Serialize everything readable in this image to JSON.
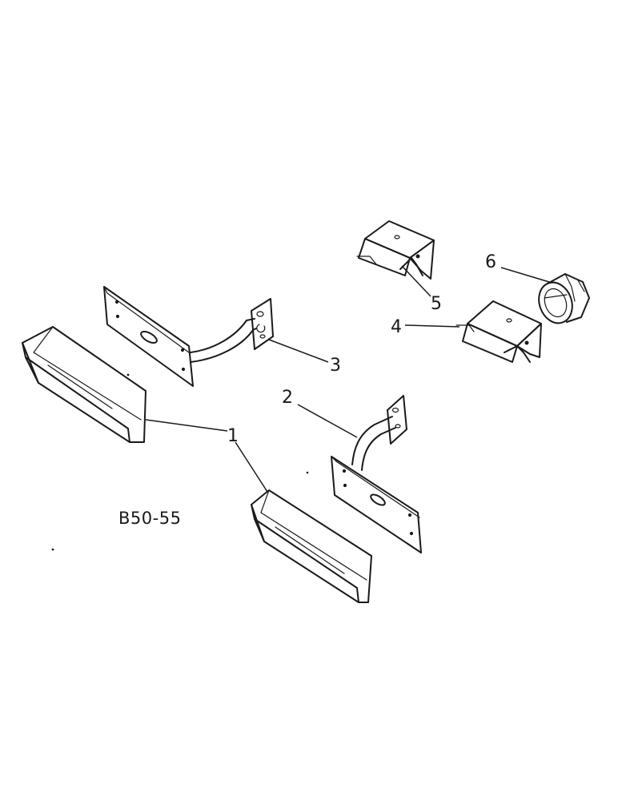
{
  "diagram_code": "B50-55",
  "callouts": [
    {
      "id": "1",
      "label": "1"
    },
    {
      "id": "2",
      "label": "2"
    },
    {
      "id": "3",
      "label": "3"
    },
    {
      "id": "4",
      "label": "4"
    },
    {
      "id": "5",
      "label": "5"
    },
    {
      "id": "6",
      "label": "6"
    }
  ],
  "colors": {
    "ink": "#1a1a1a",
    "paper": "#ffffff"
  }
}
